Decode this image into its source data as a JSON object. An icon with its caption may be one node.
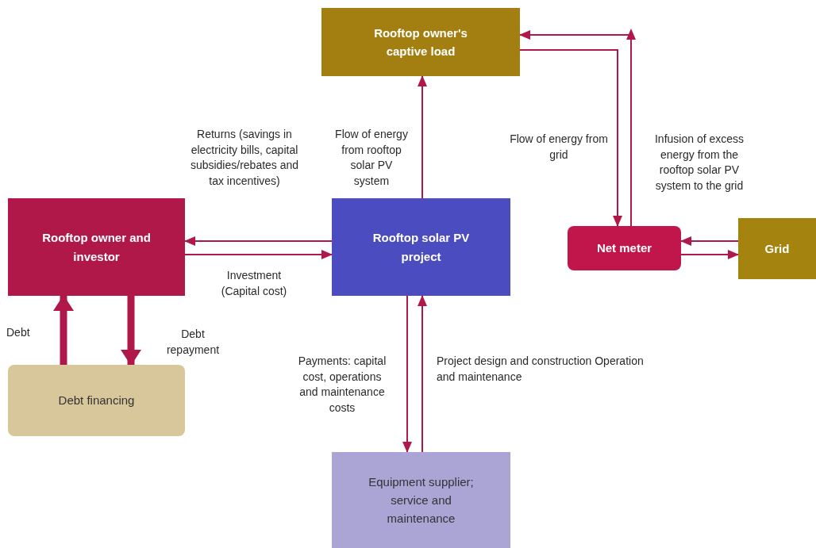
{
  "diagram": {
    "nodes": [
      {
        "text": [
          "Rooftop owner's captive load"
        ]
      },
      {
        "text": [
          "Rooftop owner and investor"
        ]
      },
      {
        "text": [
          "Rooftop solar PV project"
        ]
      },
      {
        "text": [
          "Net meter"
        ]
      },
      {
        "text": [
          "Grid"
        ]
      },
      {
        "text": [
          "Debt financing"
        ]
      },
      {
        "text": [
          "Equipment supplier; service and maintenance"
        ]
      }
    ],
    "edges": [
      {
        "from": 2,
        "to": 1,
        "arrow": "to",
        "label": "Returns (savings in electricity bills, capital subsidies/rebates and tax incentives)"
      },
      {
        "from": 1,
        "to": 2,
        "arrow": "to",
        "label": "Investment (Capital cost)"
      },
      {
        "from": 2,
        "to": 0,
        "arrow": "to",
        "label": "Flow of energy from rooftop solar PV system"
      },
      {
        "from": 0,
        "to": 3,
        "arrow": "to",
        "label": "Flow of energy from grid"
      },
      {
        "from": 3,
        "to": 0,
        "arrow": "to",
        "label": "Infusion of excess energy from the rooftop solar PV system to the grid"
      },
      {
        "from": 4,
        "to": 3,
        "arrow": "to"
      },
      {
        "from": 3,
        "to": 4,
        "arrow": "to"
      },
      {
        "from": 5,
        "to": 1,
        "arrow": "to",
        "style": "thick",
        "label": "Debt"
      },
      {
        "from": 1,
        "to": 5,
        "arrow": "to",
        "style": "thick",
        "label": "Debt repayment"
      },
      {
        "from": 2,
        "to": 6,
        "arrow": "to",
        "label": "Payments: capital cost, operations and maintenance costs"
      },
      {
        "from": 6,
        "to": 2,
        "arrow": "to",
        "label": "Project design and construction Operation and maintenance"
      }
    ]
  }
}
